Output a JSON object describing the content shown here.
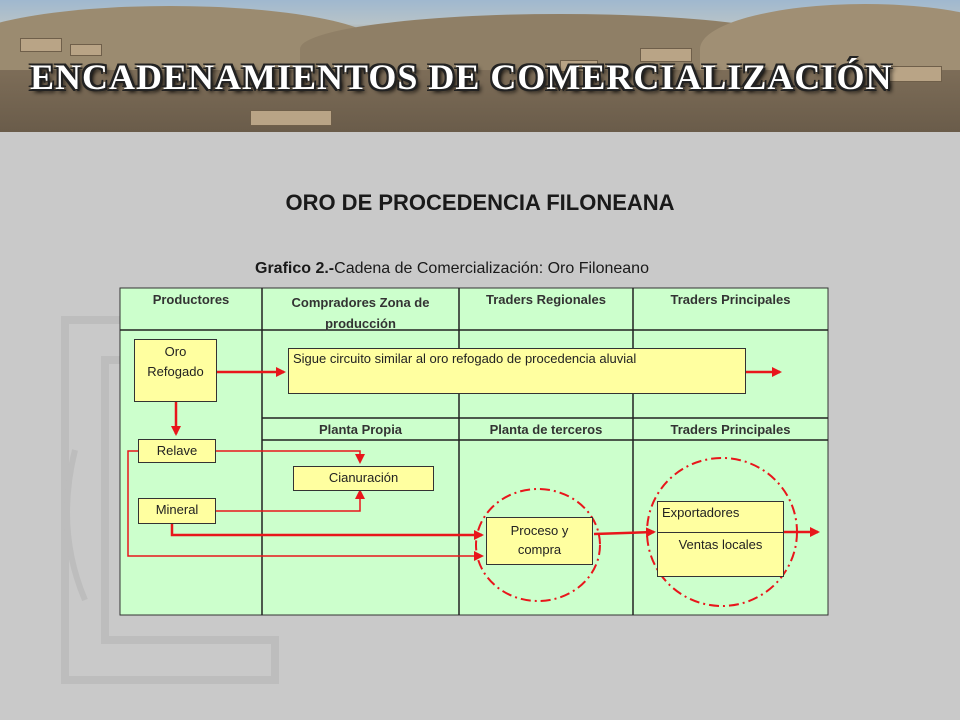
{
  "header": {
    "title": "ENCADENAMIENTOS DE COMERCIALIZACIÓN"
  },
  "main_title": "ORO DE PROCEDENCIA FILONEANA",
  "caption": {
    "label": "Grafico 2.-",
    "text": "Cadena de Comercialización: Oro Filoneano"
  },
  "table": {
    "columns": [
      "Productores",
      "Compradores Zona de producción",
      "Traders Regionales",
      "Traders Principales"
    ],
    "sub_columns": [
      "Planta Propia",
      "Planta de terceros",
      "Traders Principales"
    ]
  },
  "nodes": {
    "oro_refogado": "Oro Refogado",
    "circuit_note": "Sigue circuito similar al oro refogado de procedencia aluvial",
    "relave": "Relave",
    "mineral": "Mineral",
    "cianuracion": "Cianuración",
    "proceso": "Proceso y compra",
    "exportadores": "Exportadores",
    "ventas": "Ventas locales"
  },
  "colors": {
    "table_fill": "#ccffcc",
    "box_fill": "#ffffa0",
    "arrow": "#e8161b",
    "circle": "#e8161b"
  }
}
